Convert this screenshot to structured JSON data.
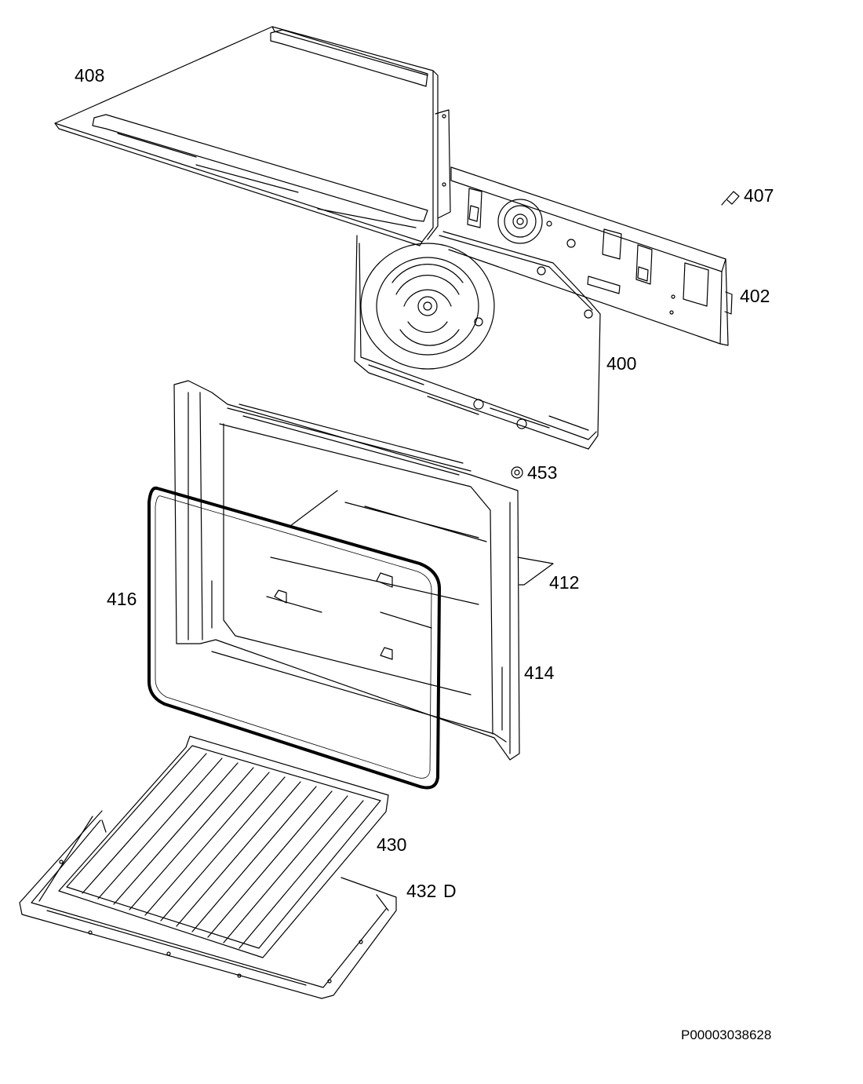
{
  "labels": {
    "p408": "408",
    "p407": "407",
    "p402": "402",
    "p400": "400",
    "p453": "453",
    "p416": "416",
    "p412": "412",
    "p414": "414",
    "p430": "430",
    "p432": "432",
    "p432_suffix": "D"
  },
  "drawing_code": "P00003038628",
  "colors": {
    "line": "#000000",
    "background": "#ffffff"
  }
}
